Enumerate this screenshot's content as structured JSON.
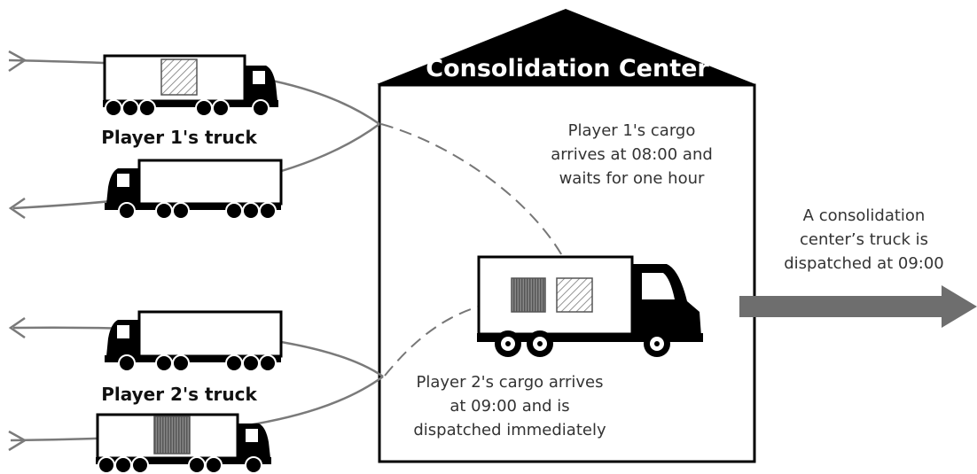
{
  "center": {
    "title": "Consolidation Center"
  },
  "labels": {
    "player1_truck": "Player 1's truck",
    "player2_truck": "Player 2's truck",
    "player1_cargo": [
      "Player 1's cargo",
      "arrives at 08:00 and",
      "waits for one hour"
    ],
    "player2_cargo": [
      "Player 2's cargo arrives",
      "at 09:00 and is",
      "dispatched immediately"
    ],
    "dispatch": [
      "A consolidation",
      "center’s truck is",
      "dispatched at 09:00"
    ]
  },
  "colors": {
    "outline": "#000000",
    "route": "#7a7a7a",
    "arrow": "#6e6e6e",
    "body": "#ffffff"
  }
}
